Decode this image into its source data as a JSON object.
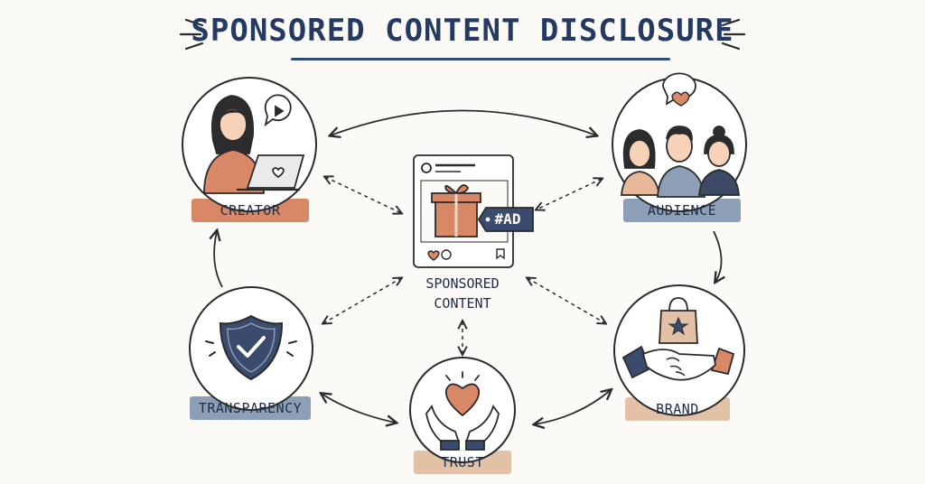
{
  "title": "SPONSORED CONTENT DISCLOSURE",
  "nodes": {
    "creator": "CREATOR",
    "audience": "AUDIENCE",
    "transparency": "TRANSPARENCY",
    "brand": "BRAND",
    "trust": "TRUST",
    "center_line1": "SPONSORED",
    "center_line2": "CONTENT",
    "ad_tag": "#AD"
  },
  "icons": {
    "creator": "person-with-laptop-icon",
    "audience": "group-of-people-icon",
    "transparency": "shield-check-icon",
    "brand": "handshake-shopping-bag-icon",
    "trust": "hands-holding-heart-icon",
    "center": "social-post-gift-icon"
  },
  "colors": {
    "title": "#243a63",
    "accent_orange": "#d98867",
    "accent_blue": "#8d9fb6",
    "accent_sand": "#e2c1a6",
    "ink": "#2b2b2b"
  }
}
